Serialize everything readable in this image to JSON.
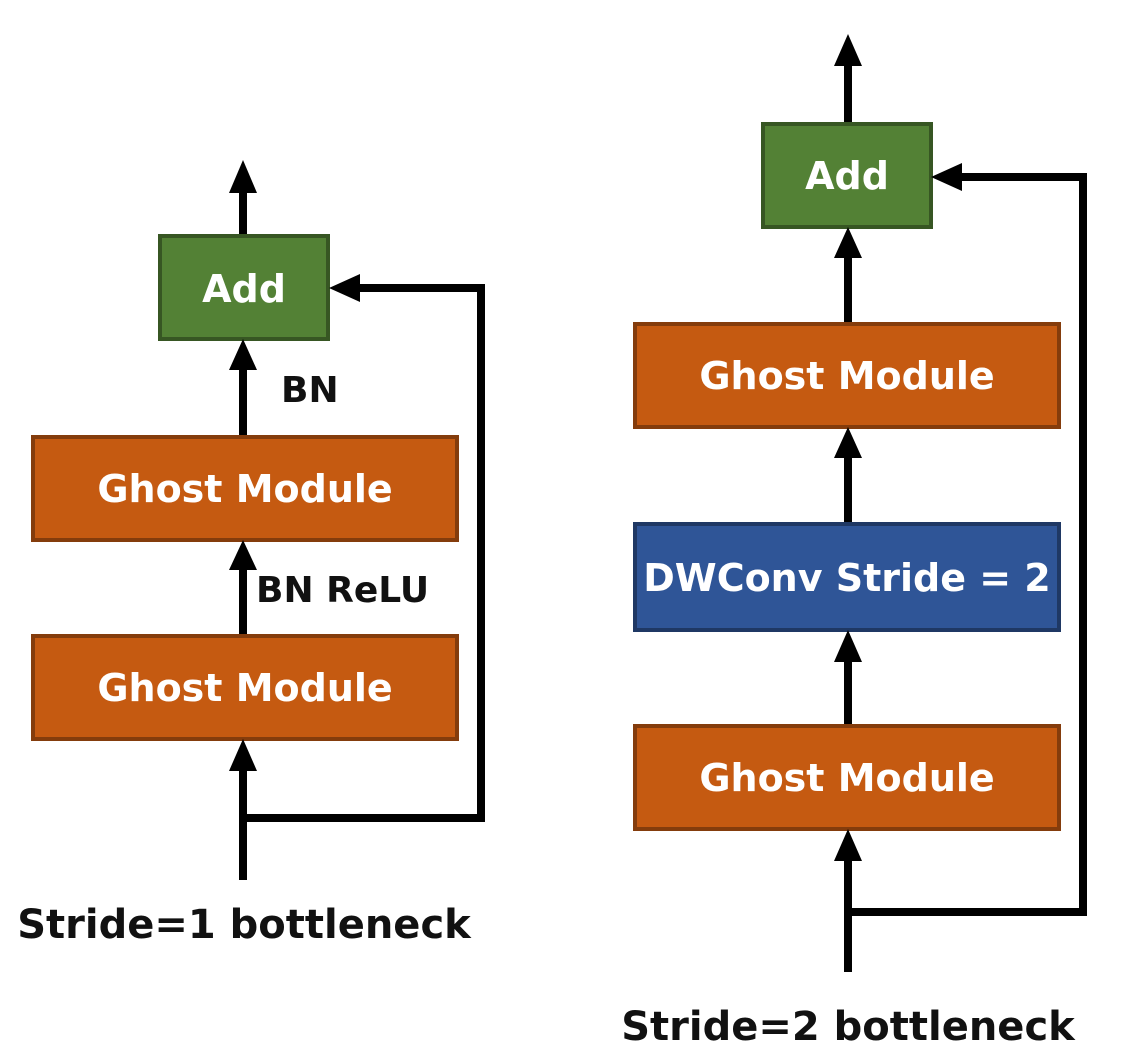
{
  "colors": {
    "add_fill": "#538135",
    "add_border": "#375623",
    "ghost_fill": "#c55a11",
    "ghost_border": "#843c0c",
    "dwconv_fill": "#2f5597",
    "dwconv_border": "#1f3864",
    "arrow": "#000000"
  },
  "left": {
    "caption": "Stride=1 bottleneck",
    "add_label": "Add",
    "ghost_top_label": "Ghost Module",
    "ghost_bottom_label": "Ghost Module",
    "bn_label": "BN",
    "bn_relu_label": "BN ReLU"
  },
  "right": {
    "caption": "Stride=2 bottleneck",
    "add_label": "Add",
    "ghost_top_label": "Ghost Module",
    "dwconv_label": "DWConv Stride = 2",
    "ghost_bottom_label": "Ghost Module"
  }
}
